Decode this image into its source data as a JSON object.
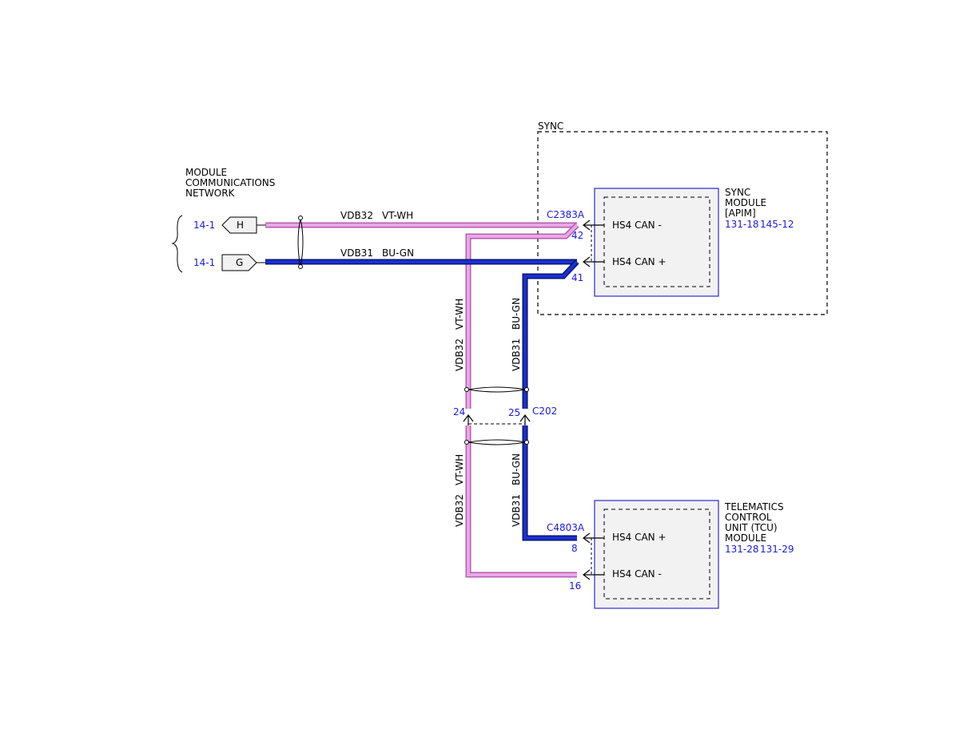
{
  "colors": {
    "vt_wh_fill": "#e9a6e6",
    "vt_wh_edge": "#b35db0",
    "bu_gn_fill": "#1a2fd1",
    "bu_gn_edge": "#0a1470",
    "ref_text": "#1a1ae6",
    "module_fill": "#f2f2f2",
    "module_border": "#2a2ad0"
  },
  "network": {
    "title_line1": "MODULE",
    "title_line2": "COMMUNICATIONS",
    "title_line3": "NETWORK",
    "pins": [
      {
        "letter": "H",
        "ref": "14-1"
      },
      {
        "letter": "G",
        "ref": "14-1"
      }
    ]
  },
  "sync": {
    "group_label": "SYNC",
    "module_name_line1": "SYNC",
    "module_name_line2": "MODULE",
    "module_name_line3": "[APIM]",
    "refs": [
      "131-18",
      "145-12"
    ],
    "connector": "C2383A",
    "pins": [
      {
        "number": "42",
        "signal": "HS4 CAN -"
      },
      {
        "number": "41",
        "signal": "HS4 CAN +"
      }
    ]
  },
  "tcu": {
    "module_name_line1": "TELEMATICS",
    "module_name_line2": "CONTROL",
    "module_name_line3": "UNIT (TCU)",
    "module_name_line4": "MODULE",
    "refs": [
      "131-28",
      "131-29"
    ],
    "connector": "C4803A",
    "pins": [
      {
        "number": "8",
        "signal": "HS4 CAN +"
      },
      {
        "number": "16",
        "signal": "HS4 CAN -"
      }
    ]
  },
  "inline_connector": {
    "name": "C202",
    "pin_vt_wh": "24",
    "pin_bu_gn": "25"
  },
  "wires": {
    "vt_wh": {
      "circuit": "VDB32",
      "color": "VT-WH"
    },
    "bu_gn": {
      "circuit": "VDB31",
      "color": "BU-GN"
    }
  }
}
